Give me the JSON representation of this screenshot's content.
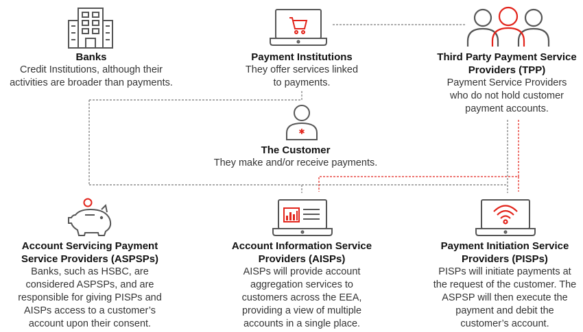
{
  "colors": {
    "accent": "#e2231a",
    "icon": "#555555",
    "line": "#777777"
  },
  "nodes": {
    "banks": {
      "title": "Banks",
      "desc": "Credit Institutions, although their activities are broader than payments.",
      "icon": "building-icon"
    },
    "payment_institutions": {
      "title": "Payment Institutions",
      "desc": "They offer services linked to payments.",
      "icon": "laptop-cart-icon"
    },
    "tpp": {
      "title": "Third Party Payment Service Providers (TPP)",
      "desc": "Payment Service Providers who do not hold customer payment accounts.",
      "icon": "people-icon"
    },
    "customer": {
      "title": "The Customer",
      "desc": "They make and/or receive payments.",
      "icon": "person-icon"
    },
    "aspsp": {
      "title": "Account Servicing Payment Service Providers (ASPSPs)",
      "desc": "Banks, such as HSBC, are considered ASPSPs, and are responsible for giving PISPs and AISPs access to a customer’s account upon their consent.",
      "icon": "piggy-bank-icon"
    },
    "aisp": {
      "title": "Account Information Service Providers (AISPs)",
      "desc": "AISPs will provide account aggregation services to customers across the EEA, providing a view of multiple accounts in a single place.",
      "icon": "laptop-chart-icon"
    },
    "pisp": {
      "title": "Payment Initiation Service Providers (PISPs)",
      "desc": "PISPs will initiate payments at the request of the customer. The ASPSP will then execute the payment and debit the customer’s account.",
      "icon": "laptop-wireless-icon"
    }
  }
}
